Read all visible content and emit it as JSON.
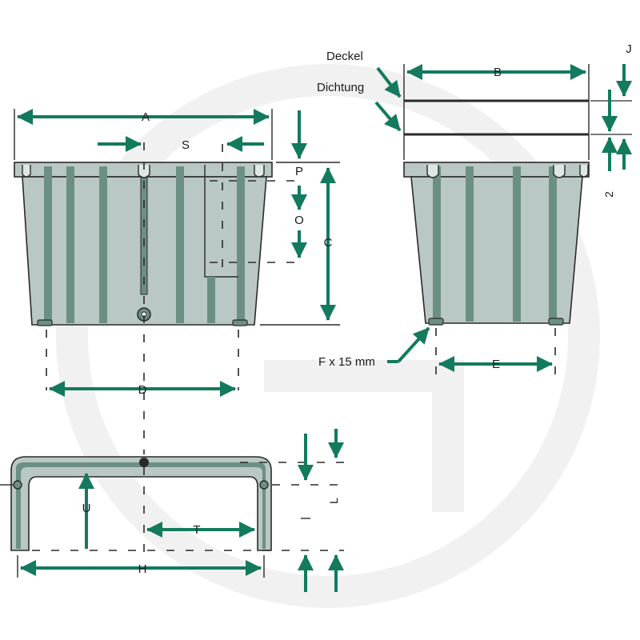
{
  "labels": {
    "A": "A",
    "B": "B",
    "C": "C",
    "D": "D",
    "E": "E",
    "H": "H",
    "J": "J",
    "L": "L",
    "O": "O",
    "P": "P",
    "S": "S",
    "T": "T",
    "U": "U",
    "two": "2",
    "deckel": "Deckel",
    "dichtung": "Dichtung",
    "foot": "F x 15 mm"
  },
  "colors": {
    "arrow": "#137a5e",
    "box_fill": "#b9c8c4",
    "box_stripe": "#6c8f83",
    "outline": "#2a2a2a",
    "watermark": "#f1f1f1"
  }
}
